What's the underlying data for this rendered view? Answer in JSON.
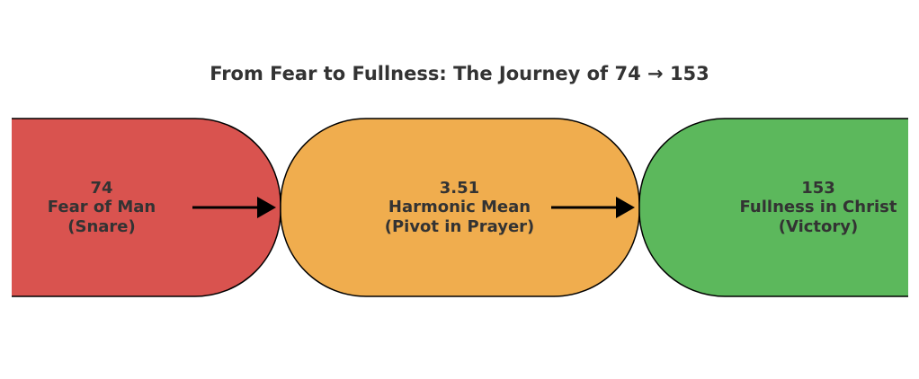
{
  "title": "From Fear to Fullness: The Journey of 74 → 153",
  "stages": [
    {
      "value": "74",
      "name": "Fear of Man",
      "note": "(Snare)",
      "color": "#d9534f"
    },
    {
      "value": "3.51",
      "name": "Harmonic Mean",
      "note": "(Pivot in Prayer)",
      "color": "#f0ad4e"
    },
    {
      "value": "153",
      "name": "Fullness in Christ",
      "note": "(Victory)",
      "color": "#5cb85c"
    }
  ]
}
